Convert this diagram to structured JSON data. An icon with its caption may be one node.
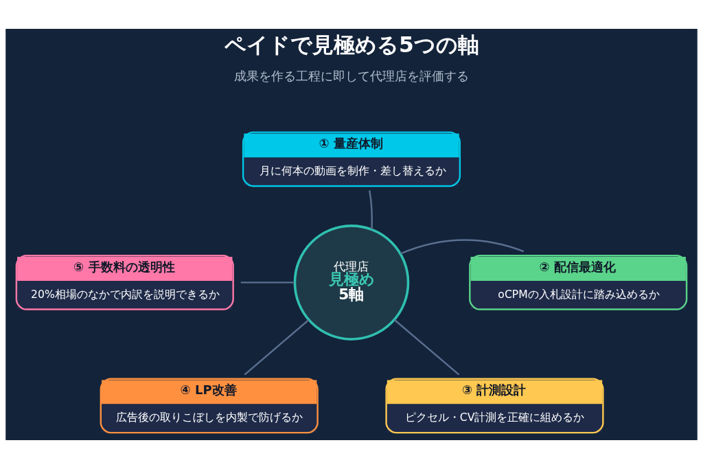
{
  "diagram": {
    "title": "ペイドで見極める5つの軸",
    "nodes": [
      {
        "text": [
          "代理店",
          "見極め",
          "5軸"
        ]
      },
      {
        "text": [
          "① 量産体制",
          "月に何本の動画を制作・差し替えるか"
        ]
      },
      {
        "text": [
          "② 配信最適化",
          "oCPMの入札設計に踏み込めるか"
        ]
      },
      {
        "text": [
          "③ 計測設計",
          "ピクセル・CV計測を正確に組めるか"
        ]
      },
      {
        "text": [
          "④ LP改善",
          "広告後の取りこぼしを内製で防げるか"
        ]
      },
      {
        "text": [
          "⑤ 手数料の透明性",
          "20%相場のなかで内訳を説明できるか"
        ]
      }
    ],
    "edges": [
      {
        "from": 0,
        "to": 1,
        "arrow": "none"
      },
      {
        "from": 0,
        "to": 2,
        "arrow": "none"
      },
      {
        "from": 0,
        "to": 3,
        "arrow": "none"
      },
      {
        "from": 0,
        "to": 4,
        "arrow": "none"
      },
      {
        "from": 0,
        "to": 5,
        "arrow": "none"
      }
    ],
    "labels": [
      "成果を作る工程に即して代理店を評価する"
    ]
  }
}
